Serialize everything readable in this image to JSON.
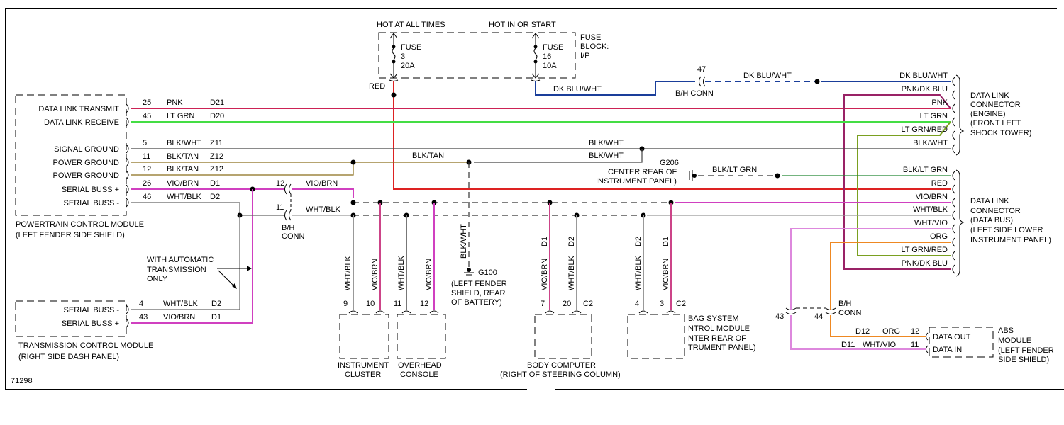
{
  "diagram_id": "71298",
  "colors": {
    "pnk": "#cc2255",
    "lt_grn": "#44dd44",
    "blk_wht": "#444444",
    "blk_tan": "#8a6d1a",
    "vio_brn": "#d040c0",
    "wht_blk": "#999999",
    "red": "#dd2222",
    "dk_blu_wht": "#1a3e9a",
    "pnk_dk_blu": "#992266",
    "lt_grn_red": "#7aa020",
    "blk_lt_grn": "#228833",
    "wht_vio": "#dd88dd",
    "org": "#ee8822"
  },
  "fuse_block": {
    "hot_at_all_times": "HOT AT ALL TIMES",
    "hot_in_or_start": "HOT IN OR START",
    "title": [
      "FUSE",
      "BLOCK:",
      "I/P"
    ],
    "fuse1": [
      "FUSE",
      "3",
      "20A"
    ],
    "fuse2": [
      "FUSE",
      "16",
      "10A"
    ],
    "fuse1_wire": "RED",
    "fuse2_wire": "DK BLU/WHT"
  },
  "pcm": {
    "title": "POWERTRAIN CONTROL MODULE",
    "location": "(LEFT FENDER SIDE SHIELD)",
    "pins": [
      {
        "label": "DATA LINK TRANSMIT",
        "pin": "25",
        "color": "PNK",
        "circuit": "D21"
      },
      {
        "label": "DATA LINK RECEIVE",
        "pin": "45",
        "color": "LT GRN",
        "circuit": "D20"
      },
      {
        "label": "SIGNAL GROUND",
        "pin": "5",
        "color": "BLK/WHT",
        "circuit": "Z11"
      },
      {
        "label": "POWER GROUND",
        "pin": "11",
        "color": "BLK/TAN",
        "circuit": "Z12"
      },
      {
        "label": "POWER GROUND",
        "pin": "12",
        "color": "BLK/TAN",
        "circuit": "Z12"
      },
      {
        "label": "SERIAL BUSS +",
        "pin": "26",
        "color": "VIO/BRN",
        "circuit": "D1"
      },
      {
        "label": "SERIAL BUSS -",
        "pin": "46",
        "color": "WHT/BLK",
        "circuit": "D2"
      }
    ]
  },
  "tcm": {
    "title": "TRANSMISSION CONTROL MODULE",
    "location": "(RIGHT SIDE DASH PANEL)",
    "pins": [
      {
        "label": "SERIAL BUSS -",
        "pin": "4",
        "color": "WHT/BLK",
        "circuit": "D2"
      },
      {
        "label": "SERIAL BUSS +",
        "pin": "43",
        "color": "VIO/BRN",
        "circuit": "D1"
      }
    ],
    "note": [
      "WITH AUTOMATIC",
      "TRANSMISSION",
      "ONLY"
    ]
  },
  "bh_conn_left": {
    "pin_top": "12",
    "pin_bottom": "11",
    "label": [
      "B/H",
      "CONN"
    ],
    "wire_top": "VIO/BRN",
    "wire_bottom": "WHT/BLK"
  },
  "bh_conn_47": {
    "pin": "47",
    "label": "B/H CONN",
    "wire": "DK BLU/WHT"
  },
  "ground_wires": {
    "blk_tan": "BLK/TAN",
    "blk_wht_1": "BLK/WHT",
    "blk_wht_2": "BLK/WHT",
    "vertical": "BLK/WHT"
  },
  "g100": {
    "name": "G100",
    "location": [
      "(LEFT FENDER",
      "SHIELD, REAR",
      "OF BATTERY)"
    ]
  },
  "g206": {
    "name": "G206",
    "location": [
      "CENTER REAR OF",
      "INSTRUMENT PANEL)"
    ],
    "wire": "BLK/LT GRN"
  },
  "dlc_engine": {
    "title": [
      "DATA LINK",
      "CONNECTOR",
      "(ENGINE)",
      "(FRONT LEFT",
      "SHOCK TOWER)"
    ],
    "wires": [
      "DK BLU/WHT",
      "PNK/DK BLU",
      "PNK",
      "LT GRN",
      "LT GRN/RED",
      "BLK/WHT"
    ]
  },
  "dlc_bus": {
    "title": [
      "DATA LINK",
      "CONNECTOR",
      "(DATA BUS)",
      "(LEFT SIDE LOWER",
      "INSTRUMENT PANEL)"
    ],
    "wires": [
      "BLK/LT GRN",
      "RED",
      "VIO/BRN",
      "WHT/BLK",
      "WHT/VIO",
      "ORG",
      "LT GRN/RED",
      "PNK/DK BLU"
    ]
  },
  "instrument_cluster": {
    "title": [
      "INSTRUMENT",
      "CLUSTER"
    ],
    "pins": [
      {
        "pin": "9",
        "wire": "WHT/BLK"
      },
      {
        "pin": "10",
        "wire": "VIO/BRN"
      }
    ]
  },
  "overhead_console": {
    "title": [
      "OVERHEAD",
      "CONSOLE"
    ],
    "pins": [
      {
        "pin": "11",
        "wire": "WHT/BLK"
      },
      {
        "pin": "12",
        "wire": "VIO/BRN"
      }
    ]
  },
  "body_computer": {
    "title": [
      "BODY COMPUTER",
      "(RIGHT OF STEERING COLUMN)"
    ],
    "connector": "C2",
    "pins": [
      {
        "pin": "7",
        "wire": "VIO/BRN",
        "circuit": "D1"
      },
      {
        "pin": "20",
        "wire": "WHT/BLK",
        "circuit": "D2"
      }
    ]
  },
  "airbag_module": {
    "title": [
      "BAG SYSTEM",
      "NTROL MODULE",
      "NTER REAR OF",
      "TRUMENT PANEL)"
    ],
    "connector": "C2",
    "pins": [
      {
        "pin": "4",
        "wire": "WHT/BLK",
        "circuit": "D2"
      },
      {
        "pin": "3",
        "wire": "VIO/BRN",
        "circuit": "D1"
      }
    ]
  },
  "bh_conn_abs": {
    "pin_left": "43",
    "pin_right": "44",
    "label": [
      "B/H",
      "CONN"
    ]
  },
  "abs": {
    "title": [
      "ABS",
      "MODULE",
      "(LEFT FENDER",
      "SIDE SHIELD)"
    ],
    "pins": [
      {
        "label": "DATA OUT",
        "pin": "12",
        "color": "ORG",
        "circuit": "D12"
      },
      {
        "label": "DATA IN",
        "pin": "11",
        "color": "WHT/VIO",
        "circuit": "D11"
      }
    ]
  }
}
